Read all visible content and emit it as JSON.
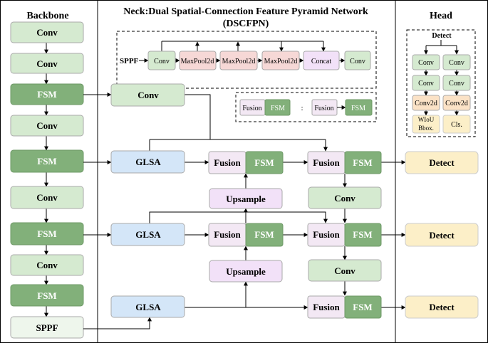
{
  "sections": {
    "backbone": "Backbone",
    "neck_line1": "Neck:Dual Spatial-Connection Feature Pyramid Network",
    "neck_line2": "(DSCFPN)",
    "head": "Head"
  },
  "backbone_blocks": [
    "Conv",
    "Conv",
    "FSM",
    "Conv",
    "FSM",
    "Conv",
    "FSM",
    "Conv",
    "FSM",
    "SPPF"
  ],
  "sppf_detail": {
    "label": "SPPF",
    "blocks": [
      "Conv",
      "MaxPool2d",
      "MaxPool2d",
      "MaxPool2d",
      "Concat",
      "Conv"
    ]
  },
  "fusion_legend": {
    "left_fusion": "Fusion",
    "left_fsm": "FSM",
    "separator": ":",
    "right_fusion": "Fusion",
    "right_fsm": "FSM"
  },
  "neck": {
    "top_conv": "Conv",
    "glsa": [
      "GLSA",
      "GLSA",
      "GLSA"
    ],
    "fusion": "Fusion",
    "fsm": "FSM",
    "upsample": [
      "Upsample",
      "Upsample"
    ],
    "mid_conv": [
      "Conv",
      "Conv"
    ]
  },
  "detect_outputs": [
    "Detect",
    "Detect",
    "Detect"
  ],
  "head_detail": {
    "title": "Detect",
    "left_column": [
      "Conv",
      "Conv",
      "Conv2d",
      "WIoU Bbox."
    ],
    "right_column": [
      "Conv",
      "Conv",
      "Conv2d",
      "Cls."
    ]
  },
  "colors": {
    "conv_light_green": "#d5ead0",
    "fsm_dark_green": "#82b07a",
    "glsa_blue": "#d4e6f8",
    "fusion_pink": "#f3e8f4",
    "upsample_purple": "#f2e1f8",
    "maxpool_pink": "#f6d8d6",
    "detect_yellow": "#fcefc8",
    "conv2d_orange": "#fbe2c6",
    "border_gray": "#aaaaaa"
  }
}
